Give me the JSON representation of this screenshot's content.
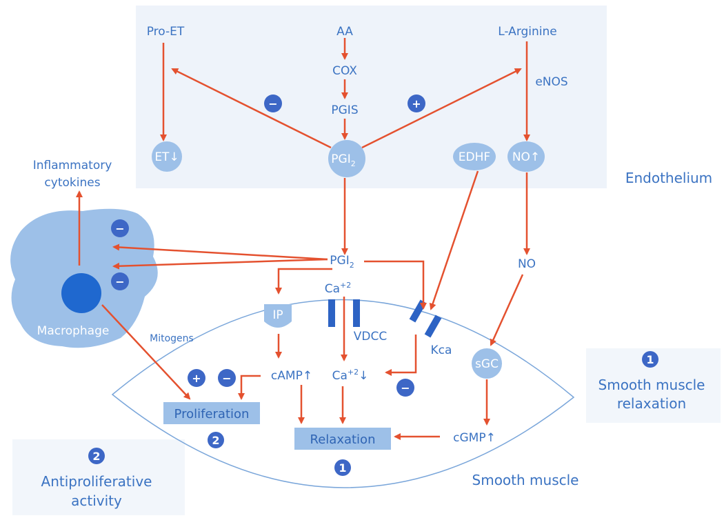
{
  "regions": {
    "endothelium": "Endothelium",
    "smooth_muscle": "Smooth muscle"
  },
  "top": {
    "pro_et": "Pro-ET",
    "aa": "AA",
    "l_arginine": "L-Arginine",
    "cox": "COX",
    "pgis": "PGIS",
    "enos": "eNOS"
  },
  "bubbles": {
    "et": "ET↓",
    "pgi2_top_base": "PGI",
    "pgi2_top_sub": "2",
    "edhf": "EDHF",
    "no_up": "NO↑",
    "ip": "IP",
    "sgc": "sGC"
  },
  "macrophage": {
    "label": "Macrophage",
    "mitogens": "Mitogens",
    "cytokines_line1": "Inflammatory",
    "cytokines_line2": "cytokines"
  },
  "middle": {
    "pgi2_base": "PGI",
    "pgi2_sub": "2",
    "no": "NO",
    "ca_base": "Ca",
    "ca_sup": "+2",
    "vdcc": "VDCC",
    "kca": "Kca"
  },
  "smooth": {
    "camp": "cAMP↑",
    "ca_down_base": "Ca",
    "ca_down_sup": "+2",
    "ca_down_arrow": "↓",
    "cgmp": "cGMP↑",
    "proliferation": "Proliferation",
    "relaxation": "Relaxation"
  },
  "badges": {
    "minus": "−",
    "plus": "+",
    "one": "1",
    "two": "2"
  },
  "legend": {
    "one_number": "1",
    "one_line1": "Smooth muscle",
    "one_line2": "relaxation",
    "two_number": "2",
    "two_line1": "Antiproliferative",
    "two_line2": "activity"
  },
  "colors": {
    "endothelium_bg": "#eef3fa",
    "bubble": "#9dc0e8",
    "badge": "#3d67c6",
    "arrow": "#e4512f",
    "text": "#3b73c2",
    "box": "#9dc0e8",
    "macrophage": "#9dc0e8",
    "nucleus": "#1f68cf",
    "channel": "#2d63c4"
  }
}
